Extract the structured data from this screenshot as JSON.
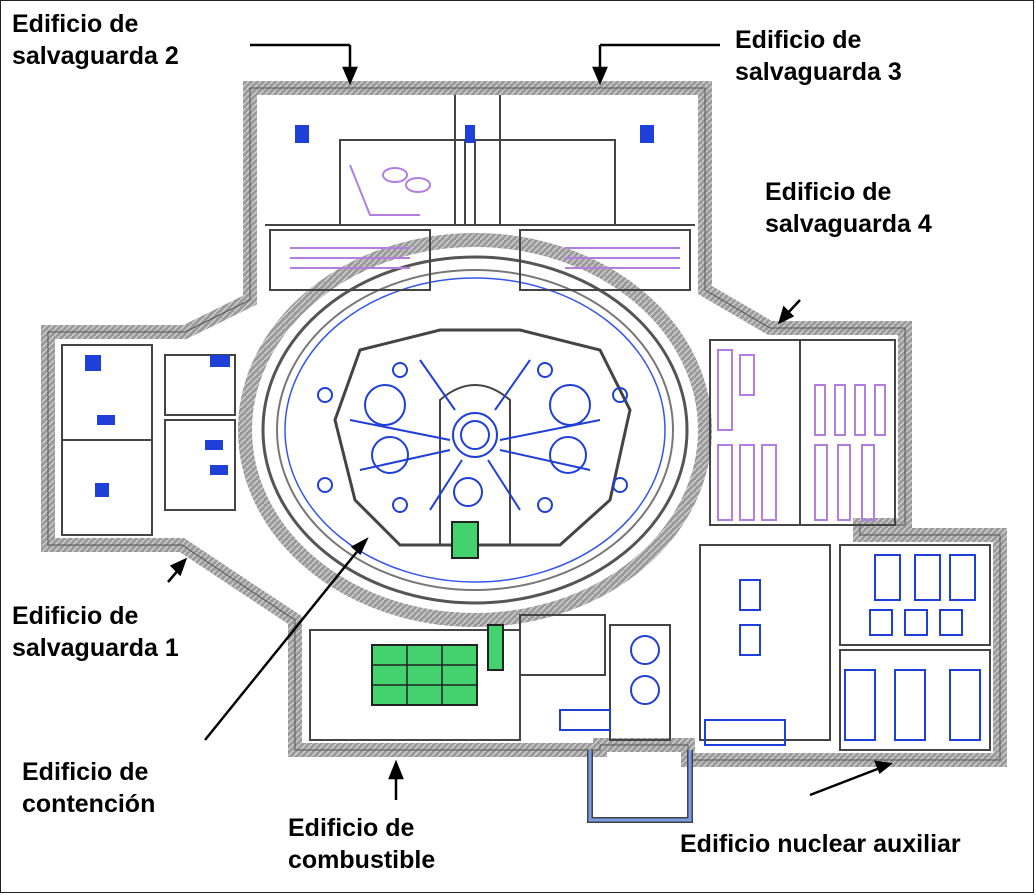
{
  "labels": {
    "salvaguarda_2": [
      "Edificio de",
      "salvaguarda 2"
    ],
    "salvaguarda_3": [
      "Edificio de",
      "salvaguarda 3"
    ],
    "salvaguarda_4": [
      "Edificio de",
      "salvaguarda 4"
    ],
    "salvaguarda_1": [
      "Edificio de",
      "salvaguarda 1"
    ],
    "contencion": [
      "Edificio de",
      "contención"
    ],
    "combustible": [
      "Edificio de",
      "combustible"
    ],
    "nuclear_auxiliar": "Edificio nuclear auxiliar"
  },
  "colors": {
    "wall": "#808080",
    "wall_hatch": "#b0b0b0",
    "line": "#333333",
    "equipment_blue": "#1e3fd8",
    "equipment_purple": "#b27fe0",
    "pool_green": "#44d26e",
    "background": "#ffffff"
  }
}
